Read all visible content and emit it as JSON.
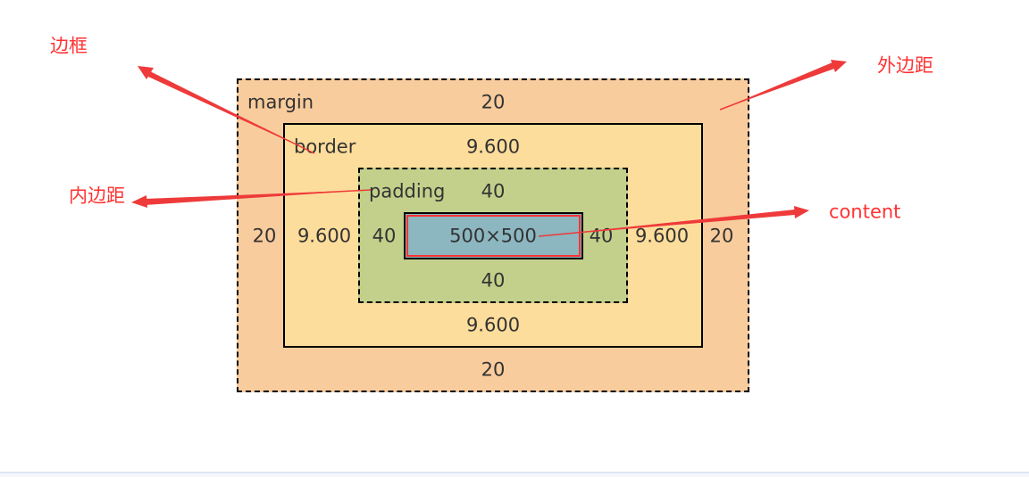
{
  "colors": {
    "margin": "#f9cc9d",
    "border": "#fddd9b",
    "padding": "#c3d08b",
    "content": "#8cb6c0",
    "annotation": "#ff3333",
    "arrow": "#ee3a3a"
  },
  "box_model": {
    "margin": {
      "label": "margin",
      "top": "20",
      "right": "20",
      "bottom": "20",
      "left": "20"
    },
    "border": {
      "label": "border",
      "top": "9.600",
      "right": "9.600",
      "bottom": "9.600",
      "left": "9.600"
    },
    "padding": {
      "label": "padding",
      "top": "40",
      "right": "40",
      "bottom": "40",
      "left": "40"
    },
    "content": {
      "size": "500×500"
    }
  },
  "annotations": {
    "border": "边框",
    "margin": "外边距",
    "padding": "内边距",
    "content": "content"
  }
}
